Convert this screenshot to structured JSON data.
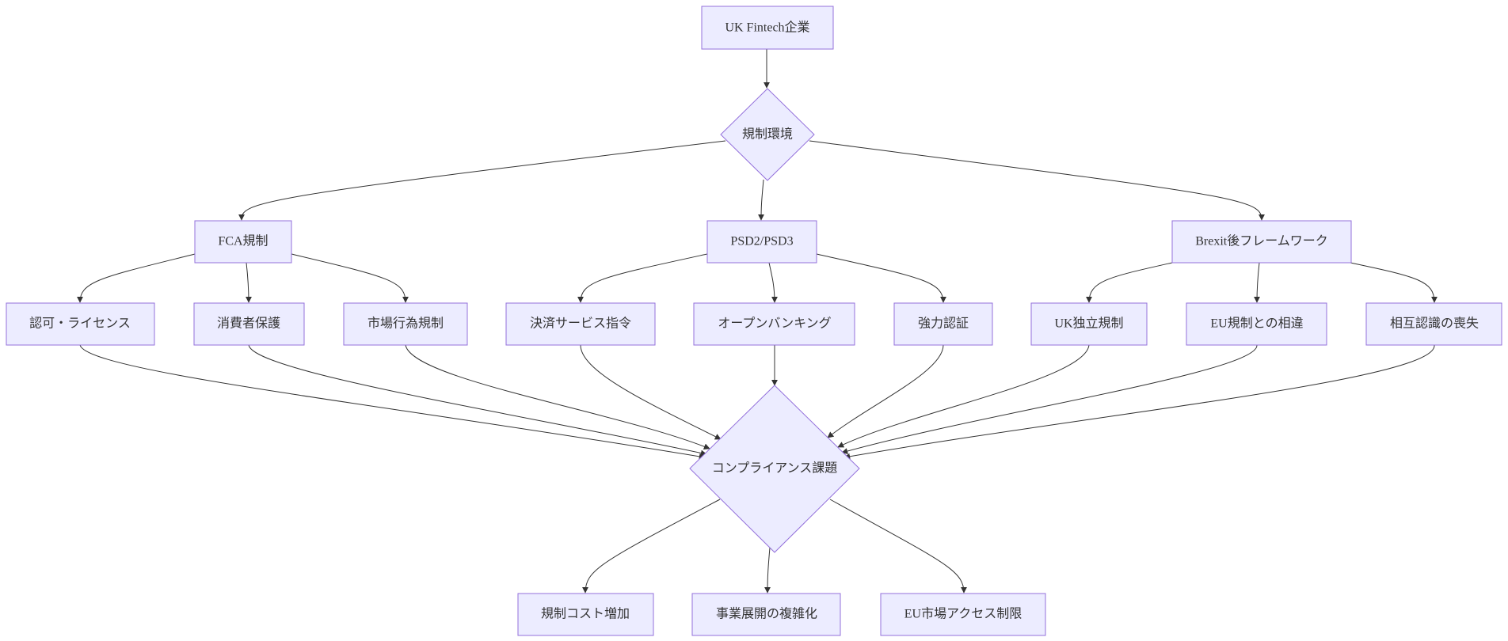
{
  "diagram": {
    "type": "flowchart",
    "nodes": {
      "start": "UK Fintech企業",
      "regulatory_environment": "規制環境",
      "fca": "FCA規制",
      "psd": "PSD2/PSD3",
      "brexit": "Brexit後フレームワーク",
      "license": "認可・ライセンス",
      "consumer_protection": "消費者保護",
      "market_conduct": "市場行為規制",
      "payment_services": "決済サービス指令",
      "open_banking": "オープンバンキング",
      "strong_auth": "強力認証",
      "uk_independent": "UK独立規制",
      "eu_divergence": "EU規制との相違",
      "mutual_recognition": "相互認識の喪失",
      "compliance": "コンプライアンス課題",
      "cost_increase": "規制コスト増加",
      "business_complexity": "事業展開の複雑化",
      "eu_access": "EU市場アクセス制限"
    },
    "edges": [
      [
        "start",
        "regulatory_environment"
      ],
      [
        "regulatory_environment",
        "fca"
      ],
      [
        "regulatory_environment",
        "psd"
      ],
      [
        "regulatory_environment",
        "brexit"
      ],
      [
        "fca",
        "license"
      ],
      [
        "fca",
        "consumer_protection"
      ],
      [
        "fca",
        "market_conduct"
      ],
      [
        "psd",
        "payment_services"
      ],
      [
        "psd",
        "open_banking"
      ],
      [
        "psd",
        "strong_auth"
      ],
      [
        "brexit",
        "uk_independent"
      ],
      [
        "brexit",
        "eu_divergence"
      ],
      [
        "brexit",
        "mutual_recognition"
      ],
      [
        "license",
        "compliance"
      ],
      [
        "consumer_protection",
        "compliance"
      ],
      [
        "market_conduct",
        "compliance"
      ],
      [
        "payment_services",
        "compliance"
      ],
      [
        "open_banking",
        "compliance"
      ],
      [
        "strong_auth",
        "compliance"
      ],
      [
        "uk_independent",
        "compliance"
      ],
      [
        "eu_divergence",
        "compliance"
      ],
      [
        "mutual_recognition",
        "compliance"
      ],
      [
        "compliance",
        "cost_increase"
      ],
      [
        "compliance",
        "business_complexity"
      ],
      [
        "compliance",
        "eu_access"
      ]
    ],
    "colors": {
      "node_fill": "#ececff",
      "node_border": "#9370db",
      "edge": "#333333",
      "text": "#333333",
      "background": "#ffffff"
    }
  }
}
